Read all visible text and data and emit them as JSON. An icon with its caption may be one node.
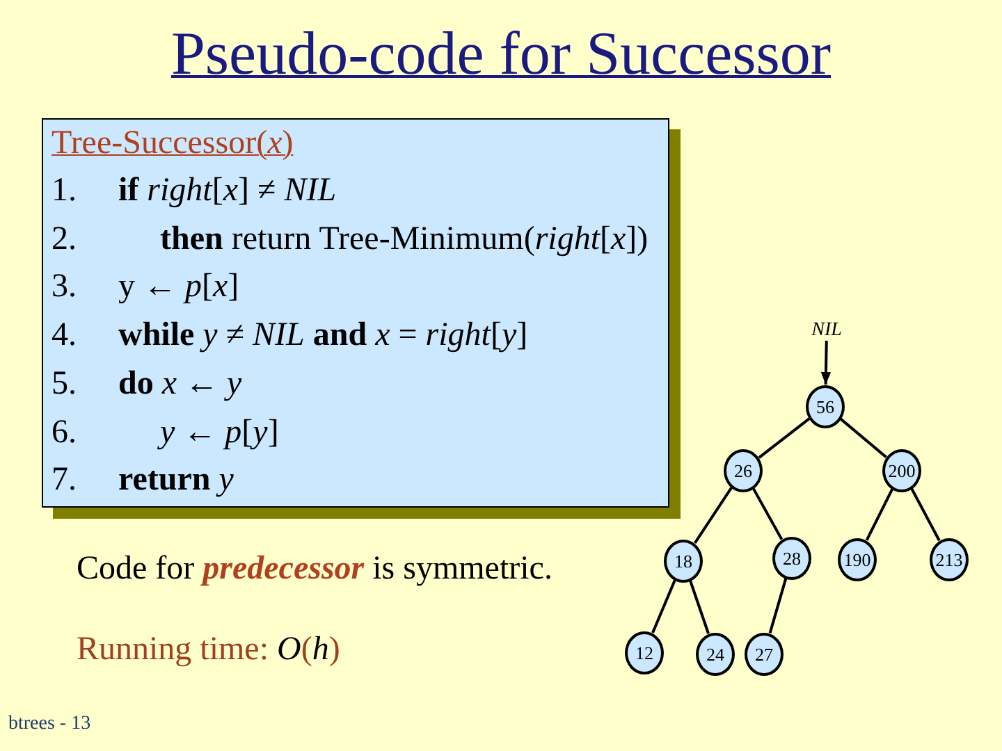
{
  "diagram": {
    "title": "Pseudo-code for Successor",
    "nodes": [
      {
        "text": [
          "Tree-Successor(*x*)",
          "1.",
          "**if** *right*[*x*] ≠ *NIL*",
          "2.",
          "**then** return Tree-Minimum(*right*[*x*])",
          "3.",
          "y ← *p*[*x*]",
          "4.",
          "**while** *y* ≠ *NIL* **and** *x* = *right*[*y*]",
          "5.",
          "**do** *x* ← *y*",
          "6.",
          "*y* ← *p*[*y*]",
          "7.",
          "**return** *y*"
        ]
      },
      {
        "text": [
          "NIL"
        ]
      },
      {
        "text": [
          "56"
        ]
      },
      {
        "text": [
          "26"
        ]
      },
      {
        "text": [
          "200"
        ]
      },
      {
        "text": [
          "18"
        ]
      },
      {
        "text": [
          "28"
        ]
      },
      {
        "text": [
          "190"
        ]
      },
      {
        "text": [
          "213"
        ]
      },
      {
        "text": [
          "12"
        ]
      },
      {
        "text": [
          "24"
        ]
      },
      {
        "text": [
          "27"
        ]
      }
    ],
    "edges": [
      {
        "from": 1,
        "to": 2,
        "arrow": "to"
      },
      {
        "from": 2,
        "to": 3,
        "arrow": "none"
      },
      {
        "from": 2,
        "to": 4,
        "arrow": "none"
      },
      {
        "from": 3,
        "to": 5,
        "arrow": "none"
      },
      {
        "from": 3,
        "to": 6,
        "arrow": "none"
      },
      {
        "from": 4,
        "to": 7,
        "arrow": "none"
      },
      {
        "from": 4,
        "to": 8,
        "arrow": "none"
      },
      {
        "from": 5,
        "to": 9,
        "arrow": "none"
      },
      {
        "from": 5,
        "to": 10,
        "arrow": "none"
      },
      {
        "from": 6,
        "to": 11,
        "arrow": "none"
      }
    ],
    "labels": [
      "Code for **predecessor** is symmetric.",
      "Running time: *O*(*h*)",
      "btrees - 13"
    ]
  }
}
